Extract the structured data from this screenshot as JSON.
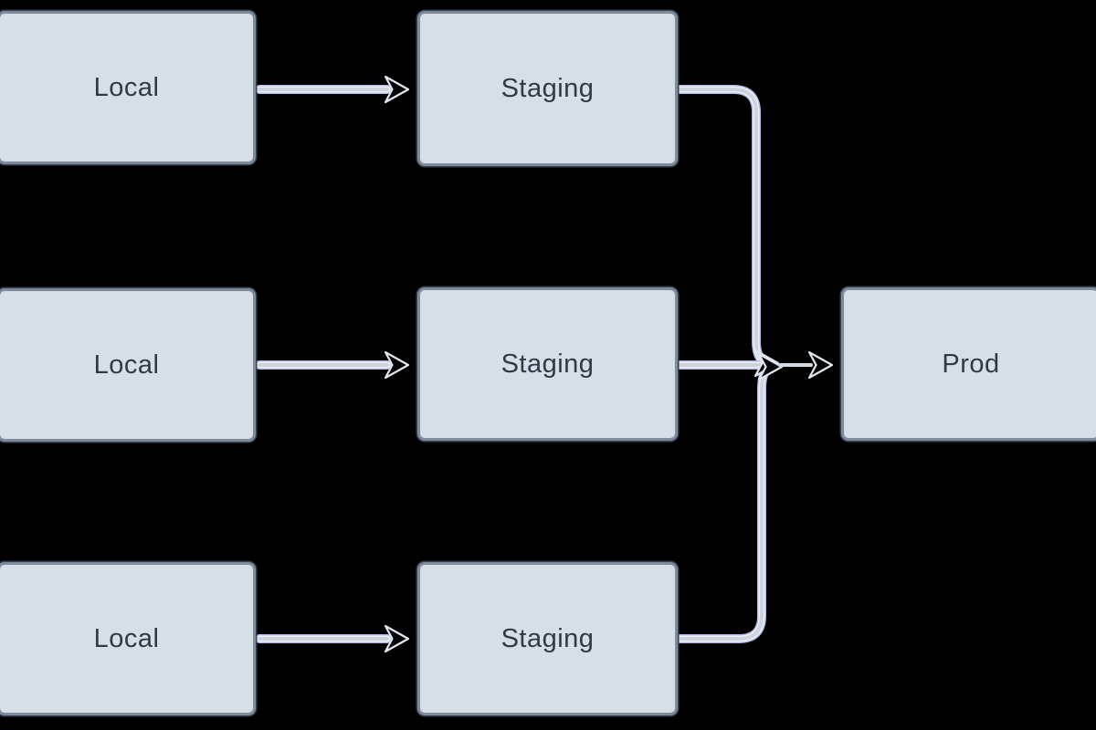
{
  "diagram": {
    "type": "flow",
    "direction": "left-to-right",
    "background": "#000000",
    "colors": {
      "node_fill": "#d6dee6",
      "node_border": "#7d8b9b",
      "node_text": "#2d3b49",
      "edge_main": "#ccd5de",
      "edge_highlight": "#eef1f7",
      "edge_accent": "#b5baea"
    },
    "nodes": [
      {
        "id": "local-1",
        "label": "Local"
      },
      {
        "id": "staging-1",
        "label": "Staging"
      },
      {
        "id": "local-2",
        "label": "Local"
      },
      {
        "id": "staging-2",
        "label": "Staging"
      },
      {
        "id": "prod",
        "label": "Prod"
      },
      {
        "id": "local-3",
        "label": "Local"
      },
      {
        "id": "staging-3",
        "label": "Staging"
      }
    ],
    "edges": [
      {
        "from": "local-1",
        "to": "staging-1"
      },
      {
        "from": "local-2",
        "to": "staging-2"
      },
      {
        "from": "local-3",
        "to": "staging-3"
      },
      {
        "from": "staging-1",
        "to": "prod"
      },
      {
        "from": "staging-2",
        "to": "prod"
      },
      {
        "from": "staging-3",
        "to": "prod"
      }
    ]
  }
}
